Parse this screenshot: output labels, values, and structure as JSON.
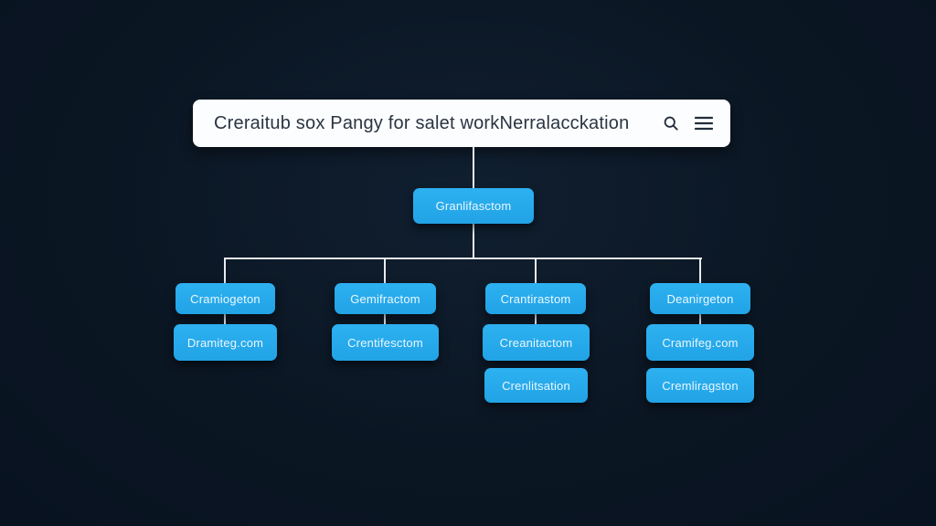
{
  "header": {
    "title": "Creraitub sox Pangy for salet workNerralacckation",
    "search_icon": "search",
    "menu_icon": "hamburger-menu"
  },
  "colors": {
    "background": "#0b1623",
    "node_blue": "#26a7e8",
    "node_text": "#e9f7ff",
    "connector": "#e8ecf0",
    "header_background": "#fcfdfe",
    "header_text": "#2a3442"
  },
  "tree": {
    "root": "Granlifasctom",
    "columns": [
      {
        "nodes": [
          "Cramiogeton",
          "Dramiteg.com"
        ]
      },
      {
        "nodes": [
          "Gemifractom",
          "Crentifesctom"
        ]
      },
      {
        "nodes": [
          "Crantirastom",
          "Creanitactom",
          "Crenlitsation"
        ]
      },
      {
        "nodes": [
          "Deanirgeton",
          "Cramifeg.com",
          "Cremliragston"
        ]
      }
    ]
  }
}
